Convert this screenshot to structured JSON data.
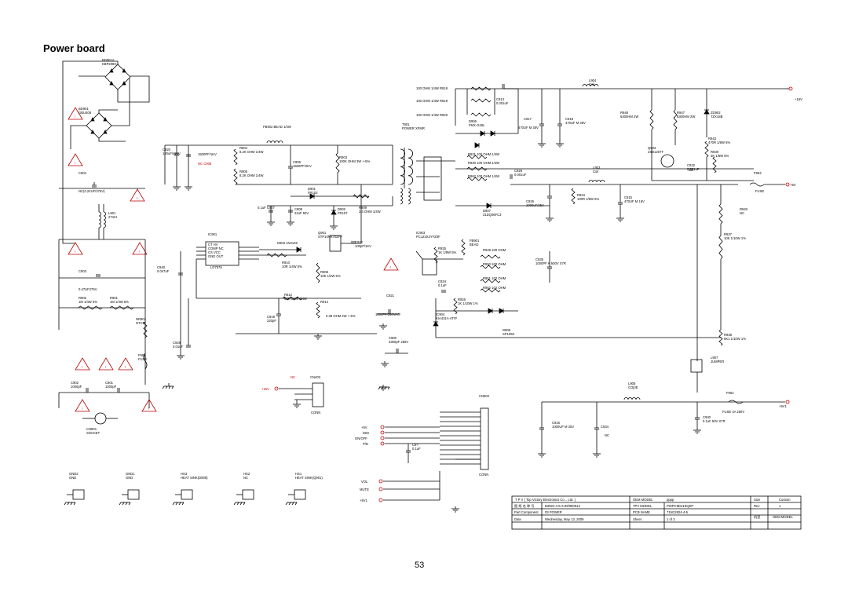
{
  "page": {
    "title": "Power board",
    "page_number": "53"
  },
  "components": [
    {
      "id": "bd901a",
      "lines": [
        "BD901A",
        "KBP208G"
      ]
    },
    {
      "id": "bd901",
      "lines": [
        "BD901",
        "GBU408"
      ]
    },
    {
      "id": "fb902",
      "lines": [
        "FB902  BEAD  1/4W"
      ]
    },
    {
      "id": "c920",
      "lines": [
        "C920",
        "120uF/450V"
      ]
    },
    {
      "id": "c905",
      "lines": [
        "1500PF/1KV"
      ]
    },
    {
      "id": "nc_c908",
      "lines": [
        "NC  C908"
      ]
    },
    {
      "id": "r904",
      "lines": [
        "R904",
        "8.2K OHM 1/4W"
      ]
    },
    {
      "id": "r905",
      "lines": [
        "R905",
        "8.2K OHM 1/4W"
      ]
    },
    {
      "id": "c906",
      "lines": [
        "C906",
        "1500PF/2KV"
      ]
    },
    {
      "id": "r903",
      "lines": [
        "R903",
        "100K OHM 3W +-5%"
      ]
    },
    {
      "id": "c904",
      "lines": [
        "C904"
      ]
    },
    {
      "id": "nc_cap",
      "lines": [
        "NC(0.22UF/275V)"
      ]
    },
    {
      "id": "l901",
      "lines": [
        "L901",
        "27mH"
      ]
    },
    {
      "id": "c903",
      "lines": [
        "C903"
      ]
    },
    {
      "id": "c903v",
      "lines": [
        "0.47UF275V"
      ]
    },
    {
      "id": "r902",
      "lines": [
        "R902",
        "1M 1/4W 5%"
      ]
    },
    {
      "id": "r901",
      "lines": [
        "R901",
        "1M 1/4W 5%"
      ]
    },
    {
      "id": "nr901",
      "lines": [
        "NR901",
        "NTCR"
      ]
    },
    {
      "id": "f901",
      "lines": [
        "F901",
        "FUSE"
      ]
    },
    {
      "id": "c902",
      "lines": [
        "C902",
        "1000pF"
      ]
    },
    {
      "id": "c901",
      "lines": [
        "C901",
        "1000pF"
      ]
    },
    {
      "id": "cn901",
      "lines": [
        "CN901",
        "SOCKET"
      ]
    },
    {
      "id": "d901",
      "lines": [
        "D901",
        "FR102"
      ]
    },
    {
      "id": "c907",
      "lines": [
        "0.1uF  C907"
      ]
    },
    {
      "id": "c909",
      "lines": [
        "C909",
        "22uF 50V"
      ]
    },
    {
      "id": "d902",
      "lines": [
        "D902",
        "FR107"
      ]
    },
    {
      "id": "r909",
      "lines": [
        "R909",
        "3.3 OHM 1/4W"
      ]
    },
    {
      "id": "q901",
      "lines": [
        "Q901",
        "STP10NK70ZFP"
      ]
    },
    {
      "id": "c912",
      "lines": [
        "C912",
        "100pF/1KV"
      ]
    },
    {
      "id": "ic901",
      "lines": [
        "IC901"
      ]
    },
    {
      "id": "ic901pins",
      "lines": [
        "CT   HV",
        "COMP NC",
        "CS  VCC",
        "GND OUT"
      ]
    },
    {
      "id": "ld7576",
      "lines": [
        "LD7576"
      ]
    },
    {
      "id": "c940",
      "lines": [
        "C940",
        "0.047uF"
      ]
    },
    {
      "id": "d903",
      "lines": [
        "D903  1N4148"
      ]
    },
    {
      "id": "r910",
      "lines": [
        "R910",
        "10R 1/4W 5%"
      ]
    },
    {
      "id": "r908",
      "lines": [
        "R908",
        "10K 1/4W 5%"
      ]
    },
    {
      "id": "r912",
      "lines": [
        "R912",
        "620 OHM 1/4W"
      ]
    },
    {
      "id": "r914",
      "lines": [
        "R914"
      ]
    },
    {
      "id": "c919",
      "lines": [
        "C919",
        "220pF"
      ]
    },
    {
      "id": "r914v",
      "lines": [
        "0.39 OHM 2W +-5%"
      ]
    },
    {
      "id": "c928",
      "lines": [
        "C928",
        "0.01uF"
      ]
    },
    {
      "id": "t901",
      "lines": [
        "T901",
        "POWER XFMR"
      ]
    },
    {
      "id": "r918",
      "lines": [
        "100 OHM 1/4W  R918"
      ]
    },
    {
      "id": "r919",
      "lines": [
        "100 OHM 1/4W  R919"
      ]
    },
    {
      "id": "r920",
      "lines": [
        "100 OHM 1/4W  R920"
      ]
    },
    {
      "id": "c913",
      "lines": [
        "C913",
        "0.001uF"
      ]
    },
    {
      "id": "d906",
      "lines": [
        "D906",
        "FMX-G26L"
      ]
    },
    {
      "id": "c917",
      "lines": [
        "C917"
      ]
    },
    {
      "id": "c917v",
      "lines": [
        "470UF M 35V"
      ]
    },
    {
      "id": "c918",
      "lines": [
        "C918",
        "470UF M 35V"
      ]
    },
    {
      "id": "l904",
      "lines": [
        "L904",
        "Coil"
      ]
    },
    {
      "id": "r948",
      "lines": [
        "R948",
        "6300HM 2W"
      ]
    },
    {
      "id": "r947",
      "lines": [
        "R947",
        "6300HM 2W"
      ]
    },
    {
      "id": "zd902",
      "lines": [
        "ZD902",
        "TZX18B"
      ]
    },
    {
      "id": "r943",
      "lines": [
        "R943",
        "470R 1/8W 5%"
      ]
    },
    {
      "id": "q903",
      "lines": [
        "Q903",
        "2SD1207T"
      ]
    },
    {
      "id": "r939",
      "lines": [
        "R939",
        "3K 1/8W 5%"
      ]
    },
    {
      "id": "c932",
      "lines": [
        "C932",
        "0.001uF"
      ]
    },
    {
      "id": "plus16v",
      "lines": [
        "+16V"
      ]
    },
    {
      "id": "r931",
      "lines": [
        "R931  100 OHM 1/4W"
      ]
    },
    {
      "id": "r930",
      "lines": [
        "R930  100 OHM 1/4W"
      ]
    },
    {
      "id": "r962",
      "lines": [
        "R962  100 OHM 1/4W"
      ]
    },
    {
      "id": "c929",
      "lines": [
        "C929",
        "0.001uF"
      ]
    },
    {
      "id": "l903",
      "lines": [
        "L903",
        "Coil"
      ]
    },
    {
      "id": "f903",
      "lines": [
        "F903"
      ]
    },
    {
      "id": "fuse_a",
      "lines": [
        "FUSE"
      ]
    },
    {
      "id": "plus5v",
      "lines": [
        "+5V"
      ]
    },
    {
      "id": "c926",
      "lines": [
        "C926",
        "1000uF/25V"
      ]
    },
    {
      "id": "r934",
      "lines": [
        "R934",
        "100R 1/8W 5%"
      ]
    },
    {
      "id": "c915",
      "lines": [
        "C915",
        "470UF M 16V"
      ]
    },
    {
      "id": "d907",
      "lines": [
        "D907",
        "31DQ06FC3"
      ]
    },
    {
      "id": "r940",
      "lines": [
        "R940",
        "NC"
      ]
    },
    {
      "id": "ic903",
      "lines": [
        "IC903",
        "PC123X2YFZ0F"
      ]
    },
    {
      "id": "fb901",
      "lines": [
        "FB901",
        "BEAD"
      ]
    },
    {
      "id": "r949",
      "lines": [
        "R949  100 OHM"
      ]
    },
    {
      "id": "r950",
      "lines": [
        "R950  100 OHM"
      ]
    },
    {
      "id": "r925",
      "lines": [
        "R925",
        "1K 1/8W 5%"
      ]
    },
    {
      "id": "c935",
      "lines": [
        "C935",
        "1000PF K 500V X7R"
      ]
    },
    {
      "id": "r951",
      "lines": [
        "R951  102 OHM"
      ]
    },
    {
      "id": "r952",
      "lines": [
        "R952  102 OHM"
      ]
    },
    {
      "id": "r937",
      "lines": [
        "R937",
        "10K 1/10W 1%"
      ]
    },
    {
      "id": "c924",
      "lines": [
        "C924",
        "0.1uF"
      ]
    },
    {
      "id": "c921",
      "lines": [
        "C921"
      ]
    },
    {
      "id": "c921v",
      "lines": [
        "1000PF/250VAC"
      ]
    },
    {
      "id": "r926",
      "lines": [
        "R926",
        "1K 1/10W 1%"
      ]
    },
    {
      "id": "ic904",
      "lines": [
        "IC904",
        "KIA431A-AT/P"
      ]
    },
    {
      "id": "d908",
      "lines": [
        "D908",
        "SP1060"
      ]
    },
    {
      "id": "c900",
      "lines": [
        "C900",
        "3300pF 250V"
      ]
    },
    {
      "id": "r938",
      "lines": [
        "R938",
        "6K1 1/10W 1%"
      ]
    },
    {
      "id": "l907",
      "lines": [
        "L907",
        "JUMPER"
      ]
    },
    {
      "id": "nc_cn403",
      "lines": [
        "NC"
      ]
    },
    {
      "id": "cn403",
      "lines": [
        "CN403"
      ]
    },
    {
      "id": "cn403_16v",
      "lines": [
        "+16V"
      ]
    },
    {
      "id": "conn1",
      "lines": [
        "CONN"
      ]
    },
    {
      "id": "l905",
      "lines": [
        "L905",
        "CO||IE"
      ]
    },
    {
      "id": "f902",
      "lines": [
        "F902"
      ]
    },
    {
      "id": "fuse_b",
      "lines": [
        "FUSE 4A 250V"
      ]
    },
    {
      "id": "plus5v1",
      "lines": [
        "+5V1"
      ]
    },
    {
      "id": "c930",
      "lines": [
        "C930",
        "0.1uF 50V X7R"
      ]
    },
    {
      "id": "c916",
      "lines": [
        "C916",
        "1000UF M 25V"
      ]
    },
    {
      "id": "c934",
      "lines": [
        "C934"
      ]
    },
    {
      "id": "nc2",
      "lines": [
        "NC"
      ]
    },
    {
      "id": "cn902",
      "lines": [
        "CN902"
      ]
    },
    {
      "id": "conn2",
      "lines": [
        "CONN"
      ]
    },
    {
      "id": "sig_5v",
      "lines": [
        "+5V"
      ]
    },
    {
      "id": "sig_dim",
      "lines": [
        "DIM"
      ]
    },
    {
      "id": "sig_onoff",
      "lines": [
        "ON/OFF"
      ]
    },
    {
      "id": "sig_pid",
      "lines": [
        "P/D"
      ]
    },
    {
      "id": "sig_vol",
      "lines": [
        "VOL"
      ]
    },
    {
      "id": "sig_mute",
      "lines": [
        "MUTE"
      ]
    },
    {
      "id": "sig_5v1",
      "lines": [
        "+5V1"
      ]
    },
    {
      "id": "c9x",
      "lines": [
        "C9?",
        "0.1uF"
      ]
    },
    {
      "id": "gnd2",
      "lines": [
        "GND2",
        "GND"
      ]
    },
    {
      "id": "gnd1",
      "lines": [
        "GND1",
        "GND"
      ]
    },
    {
      "id": "hs3",
      "lines": [
        "HS3",
        "HEAT SINK(D908)"
      ]
    },
    {
      "id": "hs2",
      "lines": [
        "HS2",
        "NC"
      ]
    },
    {
      "id": "hs1",
      "lines": [
        "HS1",
        "HEAT SINK(Q901)"
      ]
    }
  ],
  "title_block": {
    "company": "T P V  ( Top   Victory   Electronics   Co .,  Ltd. )",
    "r1_label": "图 纸 名 称 号",
    "r1_value": "B3924-4-5-X.99/090513",
    "r2_label": "Part Component",
    "r2_value": "03 POWER",
    "r3_label": "Date",
    "r3_value": "Wednesday, May 13, 2009",
    "oem_label": "OEM MODEL",
    "oem_value": "pppp",
    "tpv_label": "TPV MODEL",
    "tpv_value": "PWPC9D41EQKP",
    "pcb_label": "PCB NAME",
    "pcb_value": "715G2824-4-5",
    "sheet_label": "Sheet",
    "sheet_value": "1   of   3",
    "size_label": "Size",
    "size_value": "Custom",
    "rev_label": "Rev",
    "rev_value": "1",
    "model_label": "机型",
    "model_value": "ODM MODEL"
  }
}
